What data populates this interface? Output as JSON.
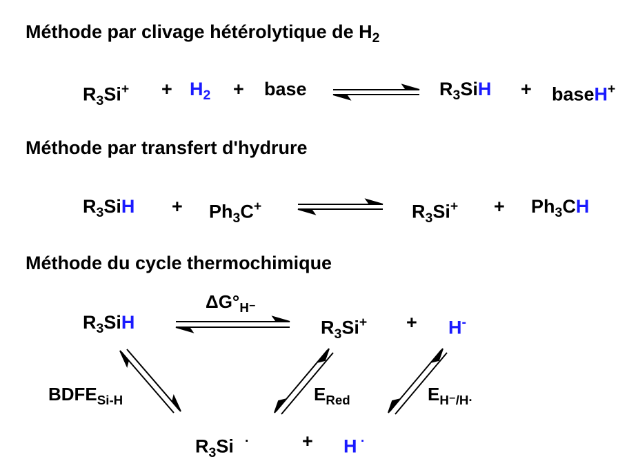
{
  "colors": {
    "text": "#000000",
    "highlight": "#1a1aff"
  },
  "sections": [
    {
      "title": [
        {
          "t": "Méthode par clivage hétérolytique de H"
        },
        {
          "t": "2",
          "s": "sub"
        }
      ]
    },
    {
      "title": [
        {
          "t": "Méthode par transfert d'hydrure"
        }
      ]
    },
    {
      "title": [
        {
          "t": "Méthode du cycle thermochimique"
        }
      ]
    }
  ],
  "reaction1": {
    "r1": [
      {
        "t": "R"
      },
      {
        "t": "3",
        "s": "sub"
      },
      {
        "t": "Si"
      },
      {
        "t": "+",
        "s": "sup"
      }
    ],
    "plus1": [
      {
        "t": "+"
      }
    ],
    "r2": [
      {
        "t": "H",
        "c": "blue"
      },
      {
        "t": "2",
        "s": "sub",
        "c": "blue"
      }
    ],
    "plus2": [
      {
        "t": "+"
      }
    ],
    "r3": [
      {
        "t": "base"
      }
    ],
    "p1": [
      {
        "t": "R"
      },
      {
        "t": "3",
        "s": "sub"
      },
      {
        "t": "Si"
      },
      {
        "t": "H",
        "c": "blue"
      }
    ],
    "plus3": [
      {
        "t": "+"
      }
    ],
    "p2": [
      {
        "t": "base"
      },
      {
        "t": "H",
        "c": "blue"
      },
      {
        "t": "+",
        "s": "sup"
      }
    ]
  },
  "reaction2": {
    "r1": [
      {
        "t": "R"
      },
      {
        "t": "3",
        "s": "sub"
      },
      {
        "t": "Si"
      },
      {
        "t": "H",
        "c": "blue"
      }
    ],
    "plus1": [
      {
        "t": "+"
      }
    ],
    "r2": [
      {
        "t": "Ph"
      },
      {
        "t": "3",
        "s": "sub"
      },
      {
        "t": "C"
      },
      {
        "t": "+",
        "s": "sup"
      }
    ],
    "p1": [
      {
        "t": "R"
      },
      {
        "t": "3",
        "s": "sub"
      },
      {
        "t": "Si"
      },
      {
        "t": "+",
        "s": "sup"
      }
    ],
    "plus2": [
      {
        "t": "+"
      }
    ],
    "p2": [
      {
        "t": "Ph"
      },
      {
        "t": "3",
        "s": "sub"
      },
      {
        "t": "C"
      },
      {
        "t": "H",
        "c": "blue"
      }
    ]
  },
  "cycle": {
    "silane": [
      {
        "t": "R"
      },
      {
        "t": "3",
        "s": "sub"
      },
      {
        "t": "Si"
      },
      {
        "t": "H",
        "c": "blue"
      }
    ],
    "dg_label": [
      {
        "t": "ΔG°"
      },
      {
        "t": "H⁻",
        "s": "sub"
      }
    ],
    "silylium": [
      {
        "t": "R"
      },
      {
        "t": "3",
        "s": "sub"
      },
      {
        "t": "Si"
      },
      {
        "t": "+",
        "s": "sup"
      }
    ],
    "plus_top": [
      {
        "t": "+"
      }
    ],
    "hydride": [
      {
        "t": "H",
        "c": "blue"
      },
      {
        "t": "-",
        "s": "sup",
        "c": "blue"
      }
    ],
    "bdfe_label": [
      {
        "t": "BDFE"
      },
      {
        "t": "Si-H",
        "s": "sub"
      }
    ],
    "ered_label": [
      {
        "t": "E"
      },
      {
        "t": "Red",
        "s": "sub"
      }
    ],
    "eh_label": [
      {
        "t": "E"
      },
      {
        "t": "H⁻/H·",
        "s": "sub"
      }
    ],
    "silyl_radical": [
      {
        "t": "R"
      },
      {
        "t": "3",
        "s": "sub"
      },
      {
        "t": "Si"
      },
      {
        "t": "   ·",
        "s": "sup"
      }
    ],
    "plus_bottom": [
      {
        "t": "+"
      }
    ],
    "h_radical": [
      {
        "t": "H",
        "c": "blue"
      },
      {
        "t": " ·",
        "s": "sup",
        "c": "blue"
      }
    ]
  }
}
